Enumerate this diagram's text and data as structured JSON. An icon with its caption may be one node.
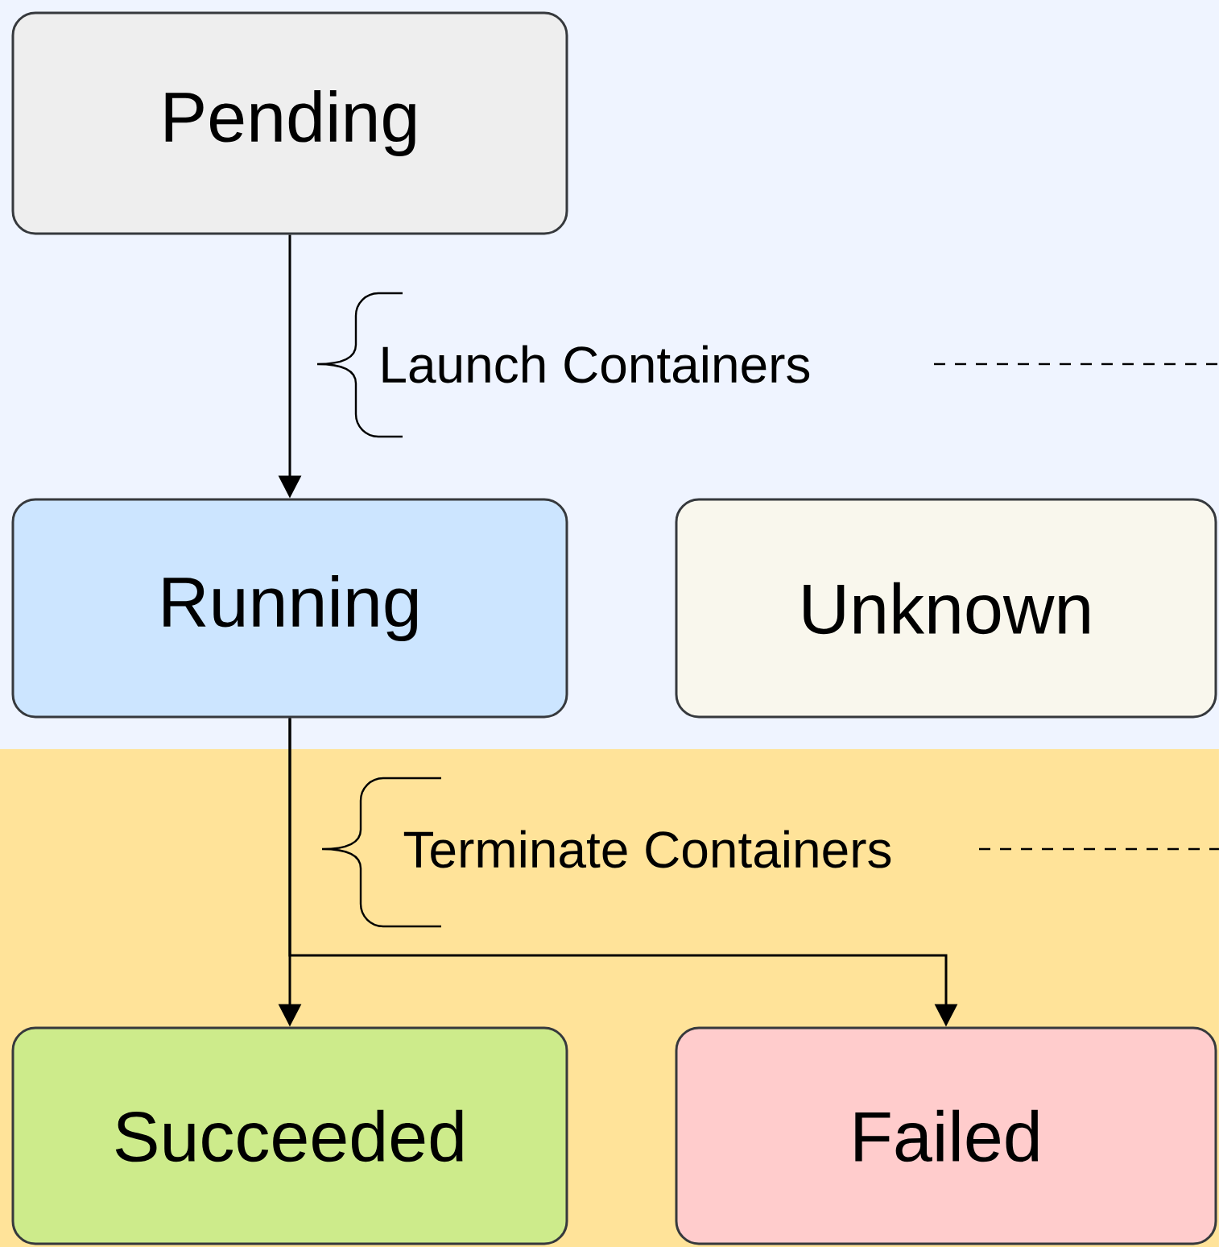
{
  "diagram": {
    "nodes": [
      {
        "text": [
          "Pending"
        ]
      },
      {
        "text": [
          "Running"
        ]
      },
      {
        "text": [
          "Unknown"
        ]
      },
      {
        "text": [
          "Succeeded"
        ]
      },
      {
        "text": [
          "Failed"
        ]
      }
    ],
    "edges": [
      {
        "from": 0,
        "to": 1,
        "arrow": "to"
      },
      {
        "from": 1,
        "to": 3,
        "arrow": "to"
      },
      {
        "from": 1,
        "to": 4,
        "arrow": "to"
      }
    ],
    "labels": [
      "Launch Containers",
      "Terminate Containers"
    ]
  }
}
